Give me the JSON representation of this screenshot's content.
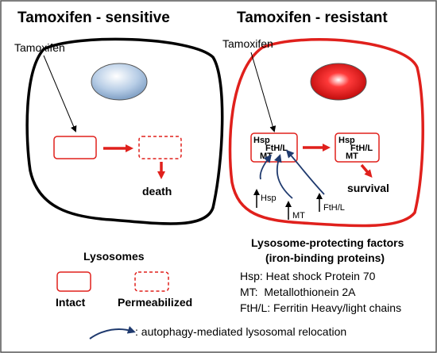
{
  "panels": {
    "sensitive": {
      "title": "Tamoxifen - sensitive",
      "drug_label": "Tamoxifen",
      "outcome": "death"
    },
    "resistant": {
      "title": "Tamoxifen - resistant",
      "drug_label": "Tamoxifen",
      "outcome": "survival",
      "lyso_left": [
        "Hsp",
        "FtH/L",
        "MT"
      ],
      "lyso_right": [
        "Hsp",
        "FtH/L",
        "MT"
      ],
      "relocating": [
        "Hsp",
        "MT",
        "FtH/L"
      ]
    }
  },
  "legend": {
    "title": "Lysosomes",
    "intact": "Intact",
    "permeabilized": "Permeabilized",
    "factors_title_1": "Lysosome-protecting factors",
    "factors_title_2": "(iron-binding proteins)",
    "factors": [
      "Hsp: Heat shock Protein 70",
      "MT:  Metallothionein 2A",
      "FtH/L: Ferritin Heavy/light chains"
    ],
    "arrow_caption": ": autophagy-mediated lysosomal relocation"
  },
  "colors": {
    "red": "#e0201c",
    "blue_arrow": "#1f3a6e",
    "nucleus_blue": "#a9c4e0",
    "nucleus_red": "#d01010",
    "border": "#555555"
  }
}
